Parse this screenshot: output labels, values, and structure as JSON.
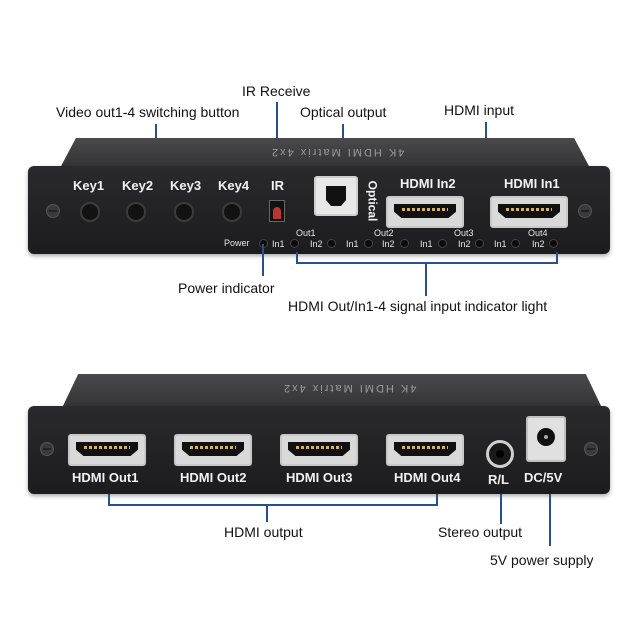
{
  "callouts": {
    "ir_receive": "IR Receive",
    "video_switching": "Video out1-4 switching button",
    "optical_output": "Optical output",
    "hdmi_input": "HDMI input",
    "power_indicator": "Power indicator",
    "signal_indicator": "HDMI Out/In1-4 signal input indicator light",
    "hdmi_output": "HDMI output",
    "stereo_output": "Stereo output",
    "power_supply": "5V power supply"
  },
  "front_panel": {
    "keys": [
      "Key1",
      "Key2",
      "Key3",
      "Key4"
    ],
    "ir_label": "IR",
    "optical_label": "Optical",
    "hdmi_in": [
      "HDMI In2",
      "HDMI In1"
    ],
    "power_label": "Power",
    "out_groups": [
      "Out1",
      "Out2",
      "Out3",
      "Out4"
    ],
    "in_labels": [
      "In1",
      "In2"
    ],
    "top_print": "4K HDMI Matrix 4x2"
  },
  "rear_panel": {
    "hdmi_out": [
      "HDMI Out1",
      "HDMI Out2",
      "HDMI Out3",
      "HDMI Out4"
    ],
    "audio_label": "R/L",
    "dc_label": "DC/5V",
    "top_print": "4K HDMI Matrix 4x2"
  },
  "colors": {
    "callout_line": "#2a4f8f",
    "device_body": "#1c1c1e"
  }
}
